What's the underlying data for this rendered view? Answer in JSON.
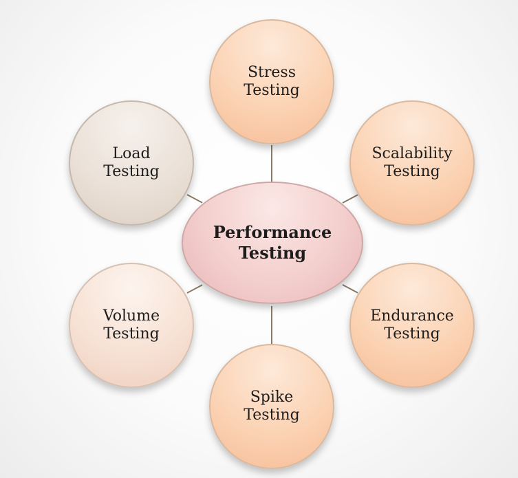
{
  "diagram": {
    "center": {
      "line1": "Performance",
      "line2": "Testing"
    },
    "nodes": [
      {
        "line1": "Stress",
        "line2": "Testing"
      },
      {
        "line1": "Scalability",
        "line2": "Testing"
      },
      {
        "line1": "Endurance",
        "line2": "Testing"
      },
      {
        "line1": "Spike",
        "line2": "Testing"
      },
      {
        "line1": "Volume",
        "line2": "Testing"
      },
      {
        "line1": "Load",
        "line2": "Testing"
      }
    ],
    "colors": {
      "peach": "#fbd3b4",
      "beige": "#ebe1d8",
      "pale": "#f7e2d5",
      "center": "#f3cfcd",
      "connector": "#8a7a66"
    }
  }
}
